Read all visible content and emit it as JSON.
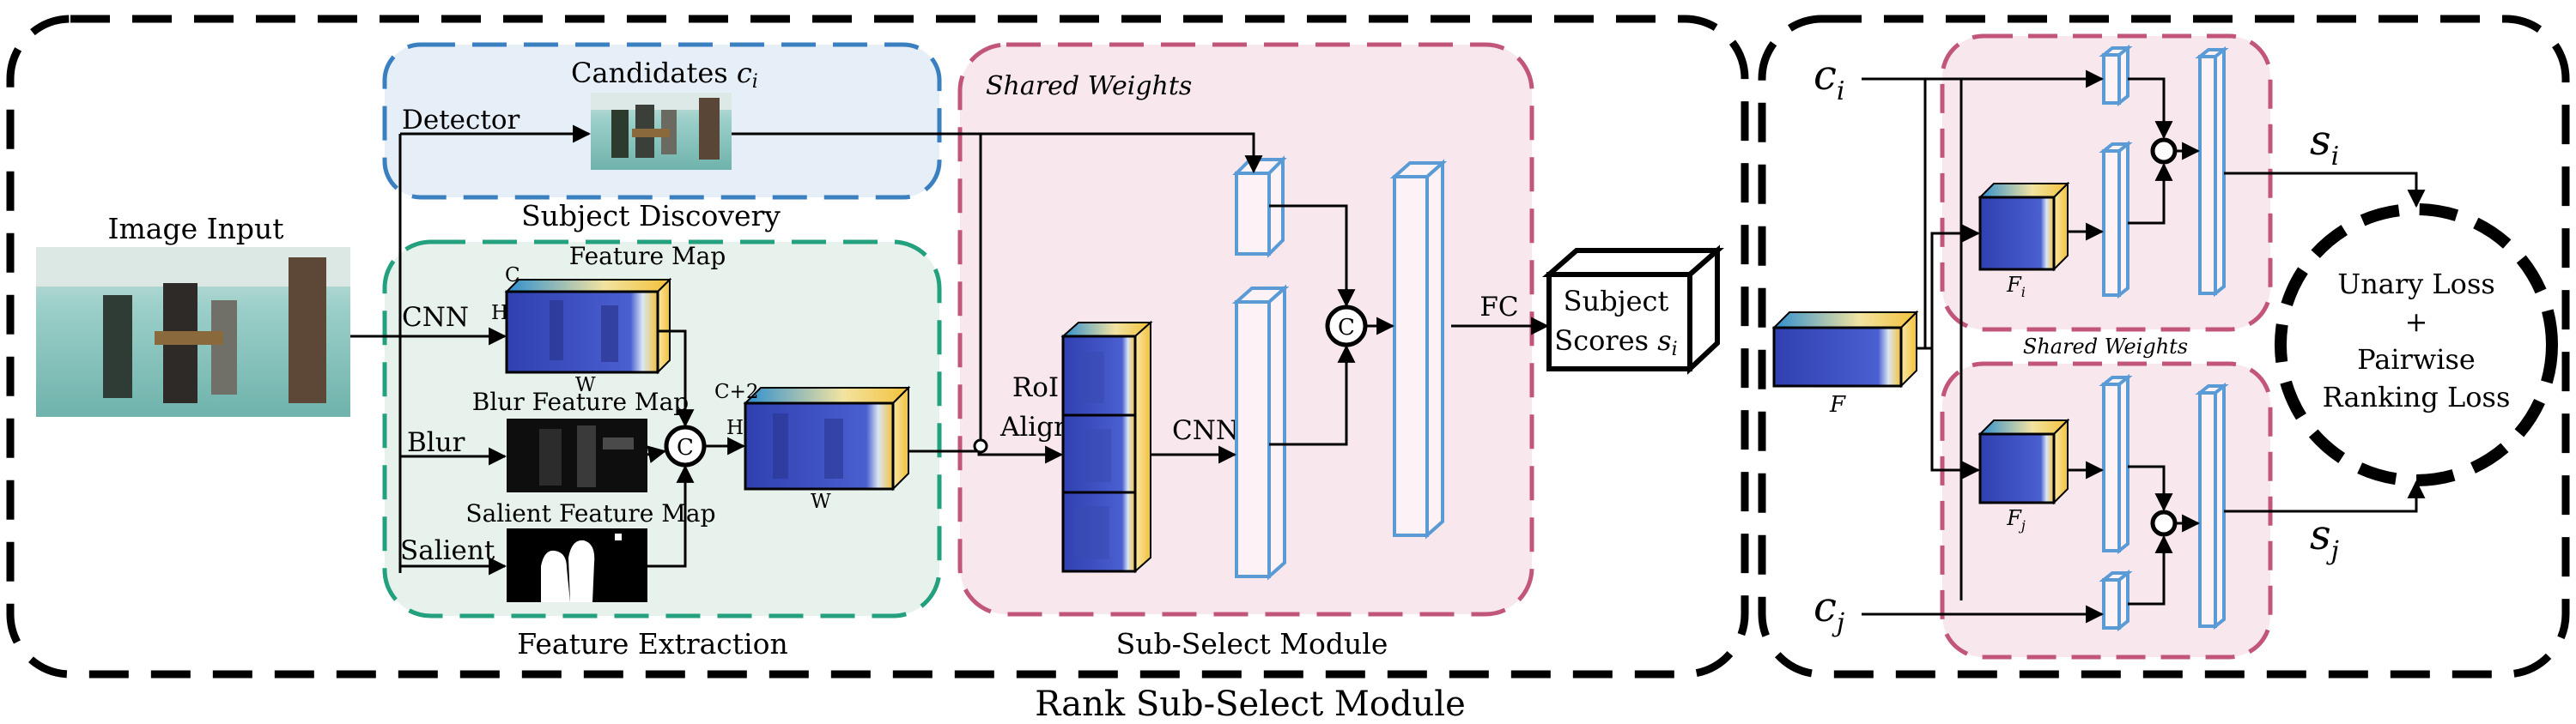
{
  "input": {
    "label": "Image Input"
  },
  "subject_discovery": {
    "candidates_label": "Candidates",
    "candidates_symbol": "c",
    "candidates_sub": "i",
    "detector_label": "Detector",
    "title": "Subject Discovery"
  },
  "feature_extraction": {
    "cnn_label": "CNN",
    "blur_label": "Blur",
    "salient_label": "Salient",
    "feature_map_label": "Feature Map",
    "blur_map_label": "Blur Feature Map",
    "salient_map_label": "Salient Feature Map",
    "dim_c": "C",
    "dim_h": "H",
    "dim_w": "W",
    "dim_c2": "C+2",
    "concat_symbol": "C",
    "title": "Feature Extraction"
  },
  "sub_select": {
    "shared_weights": "Shared Weights",
    "roi_line1": "RoI",
    "roi_line2": "Align",
    "cnn_label": "CNN",
    "fc_label": "FC",
    "concat_symbol": "C",
    "title": "Sub-Select Module"
  },
  "subject_scores": {
    "line1": "Subject",
    "line2": "Scores",
    "symbol": "s",
    "sub": "i"
  },
  "rank_module": {
    "title": "Rank Sub-Select Module",
    "ci_symbol": "c",
    "ci_sub": "i",
    "cj_symbol": "c",
    "cj_sub": "j",
    "feature_symbol": "F",
    "fi_symbol": "F",
    "fi_sub": "i",
    "fj_symbol": "F",
    "fj_sub": "j",
    "si_symbol": "s",
    "si_sub": "i",
    "sj_symbol": "s",
    "sj_sub": "j",
    "shared_weights": "Shared Weights",
    "loss_line1": "Unary Loss",
    "loss_line2": "+",
    "loss_line3": "Pairwise",
    "loss_line4": "Ranking Loss"
  },
  "colors": {
    "blue_box_fill": "#e6eef8",
    "blue_box_stroke": "#3a7fbf",
    "green_box_fill": "#e7f2ec",
    "green_box_stroke": "#23a07e",
    "pink_box_fill": "#f8e8ee",
    "pink_box_stroke": "#c2567a",
    "fmap_blue": "#3547b8",
    "fmap_yellow": "#f3c13a",
    "column_stroke": "#5b9bd5"
  }
}
